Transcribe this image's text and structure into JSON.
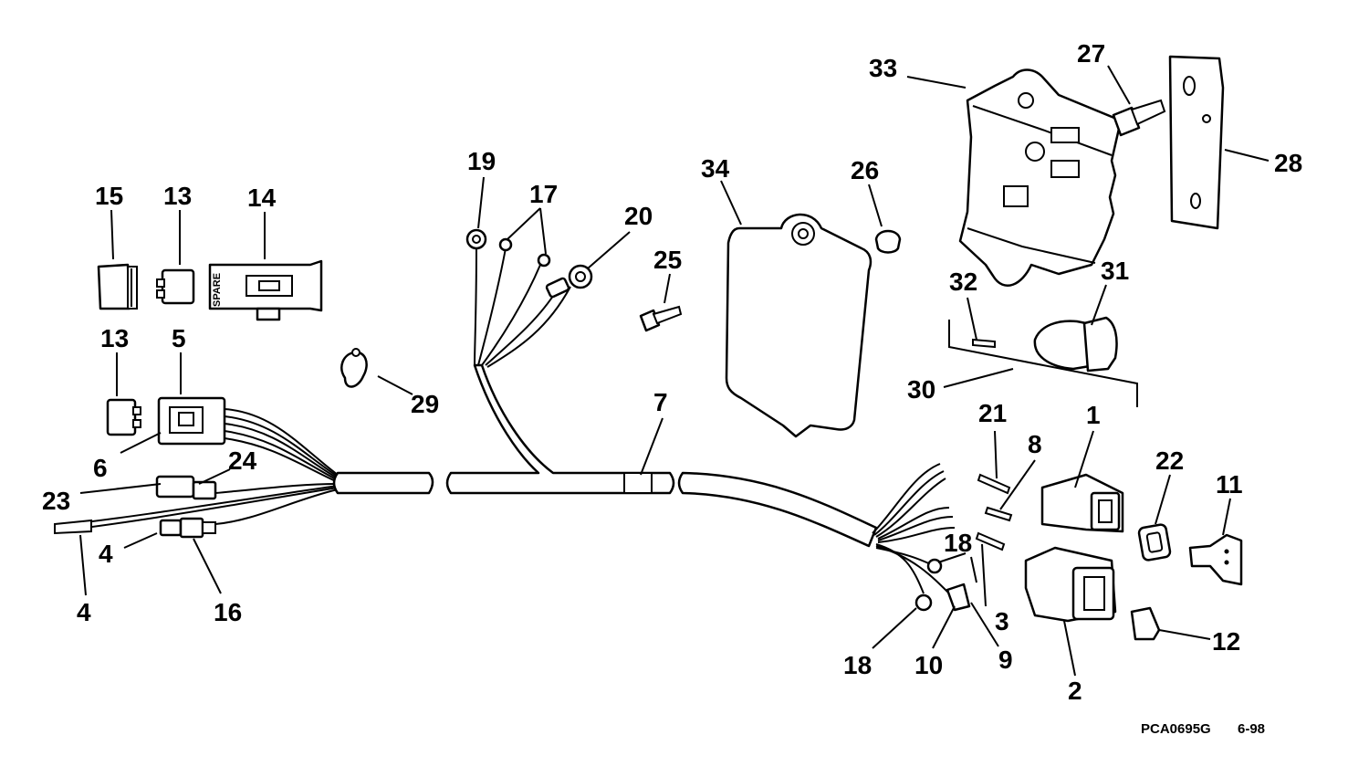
{
  "callouts": {
    "c1": "1",
    "c2": "2",
    "c3": "3",
    "c4a": "4",
    "c4b": "4",
    "c5": "5",
    "c6": "6",
    "c7": "7",
    "c8": "8",
    "c9": "9",
    "c10": "10",
    "c11": "11",
    "c12": "12",
    "c13a": "13",
    "c13b": "13",
    "c14": "14",
    "c15": "15",
    "c16": "16",
    "c17": "17",
    "c18a": "18",
    "c18b": "18",
    "c19": "19",
    "c20": "20",
    "c21": "21",
    "c22": "22",
    "c23": "23",
    "c24": "24",
    "c25": "25",
    "c26": "26",
    "c27": "27",
    "c28": "28",
    "c29": "29",
    "c30": "30",
    "c31": "31",
    "c32": "32",
    "c33": "33",
    "c34": "34"
  },
  "fuse_holder_label": "SPARE",
  "footer": {
    "code": "PCA0695G",
    "date": "6-98"
  }
}
